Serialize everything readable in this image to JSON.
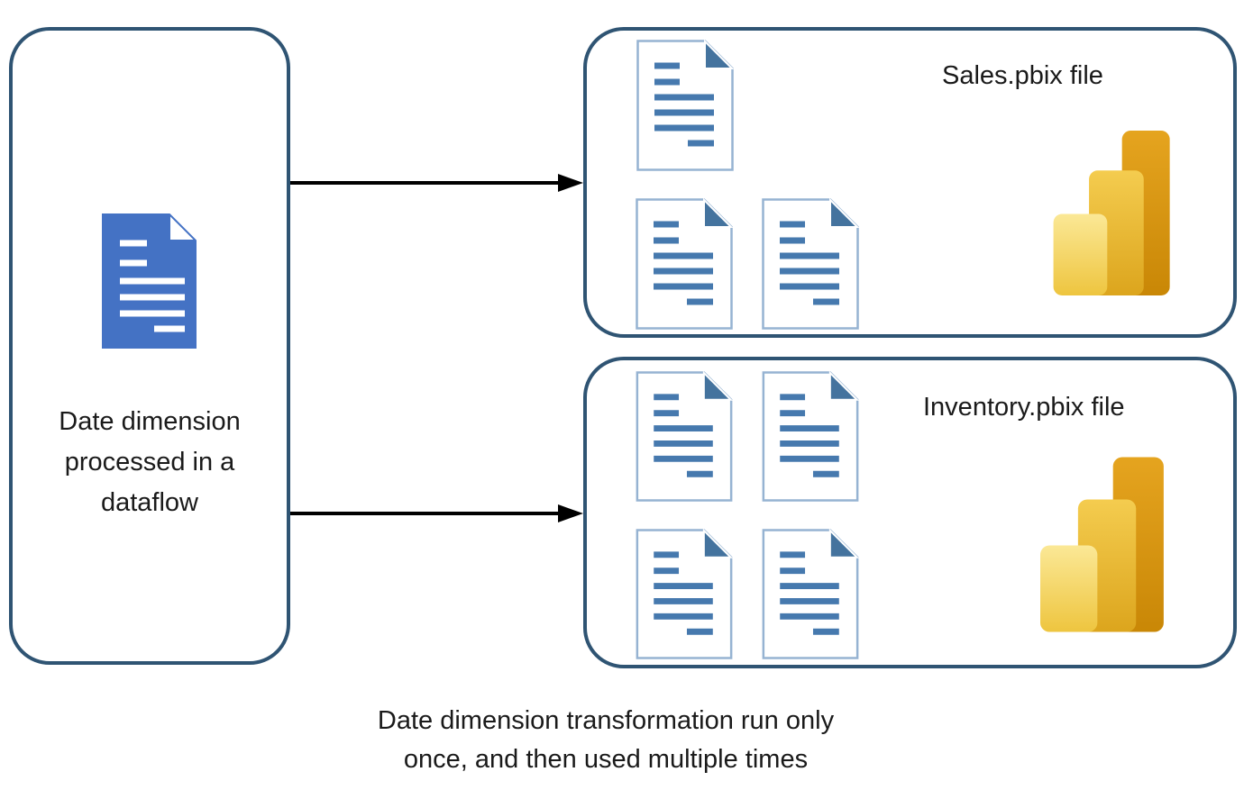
{
  "diagram": {
    "source": {
      "label_lines": [
        "Date dimension",
        "processed in a",
        "dataflow"
      ]
    },
    "sales": {
      "title": "Sales.pbix file",
      "document_count": 3
    },
    "inventory": {
      "title": "Inventory.pbix file",
      "document_count": 4
    },
    "caption_lines": [
      "Date dimension transformation run only",
      "once, and then used multiple times"
    ],
    "colors": {
      "panel_border": "#2F5473",
      "source_document_fill": "#4472C4",
      "document_outline": "#96B3D2",
      "document_fold": "#44739E",
      "document_text_line": "#4679AE",
      "arrow": "#000000",
      "powerbi_yellow_light": "#F9E184",
      "powerbi_yellow_mid": "#F2C84A",
      "powerbi_amber_dark": "#C98706"
    }
  }
}
